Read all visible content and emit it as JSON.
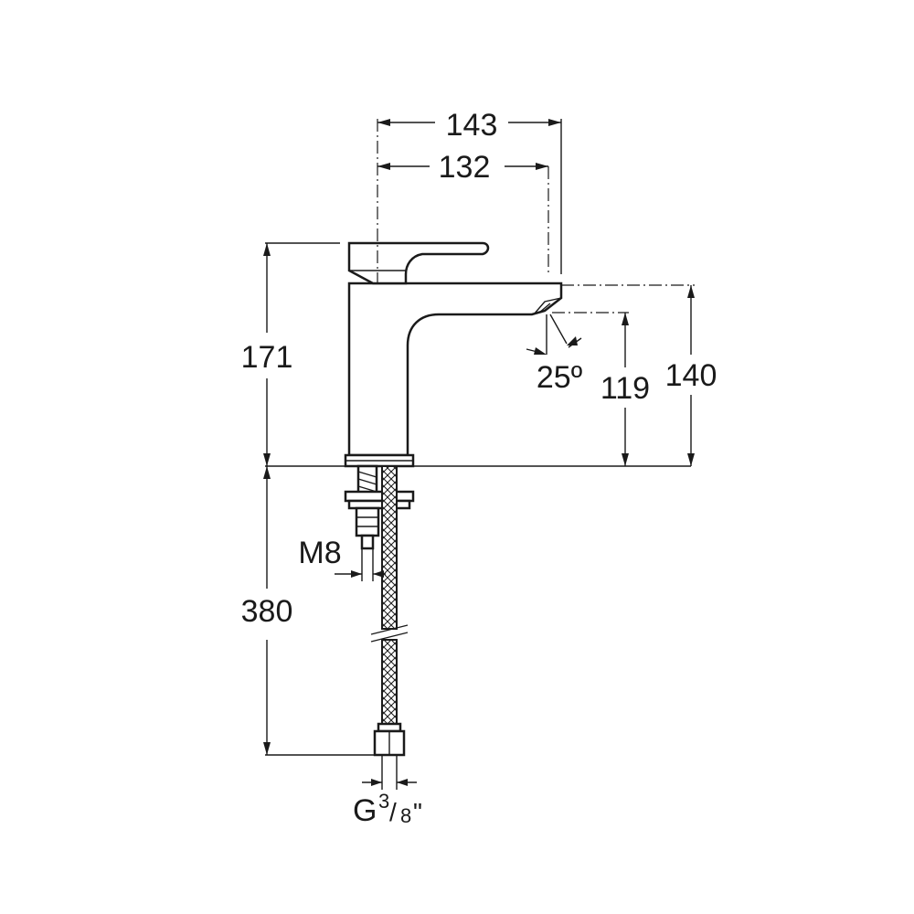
{
  "dimensions": {
    "width_total": "143",
    "width_spout": "132",
    "height_body": "171",
    "height_outlet": "140",
    "height_outlet_jet": "119",
    "spray_angle": "25º",
    "hose_length": "380",
    "thread": "M8",
    "connection": {
      "prefix": "G",
      "num": "3",
      "den": "8",
      "suffix": "\""
    }
  }
}
